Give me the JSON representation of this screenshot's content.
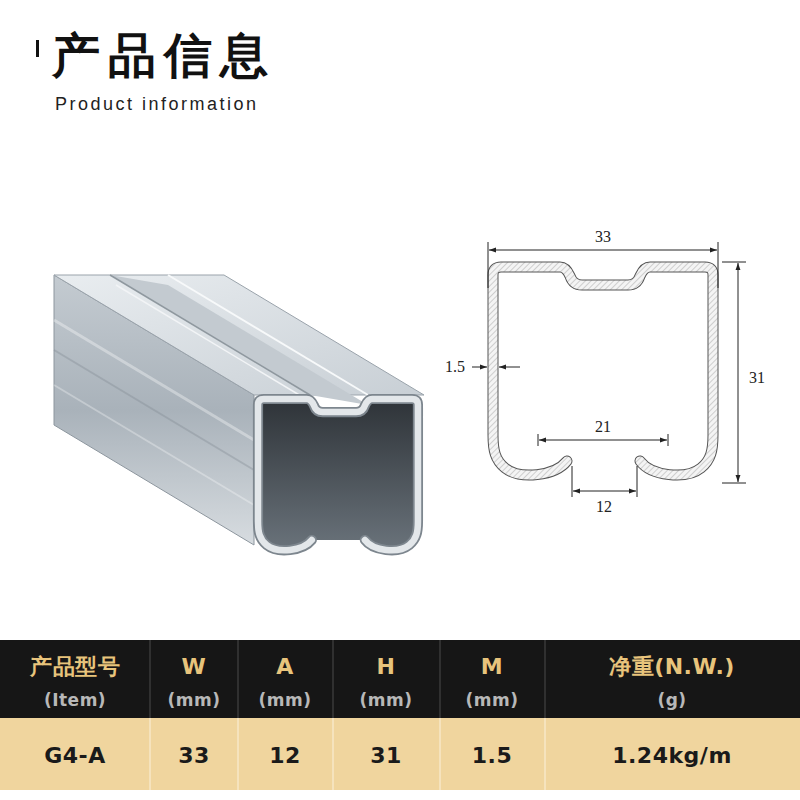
{
  "diagram": {
    "title": "产品信息",
    "labels": [
      "Product information",
      "33",
      "1.5",
      "31",
      "21",
      "12",
      "产品型号",
      "(Item)",
      "W",
      "(mm)",
      "A",
      "(mm)",
      "H",
      "(mm)",
      "M",
      "(mm)",
      "净重(N.W.)",
      "(g)",
      "G4-A",
      "33",
      "12",
      "31",
      "1.5",
      "1.24kg/m"
    ]
  }
}
